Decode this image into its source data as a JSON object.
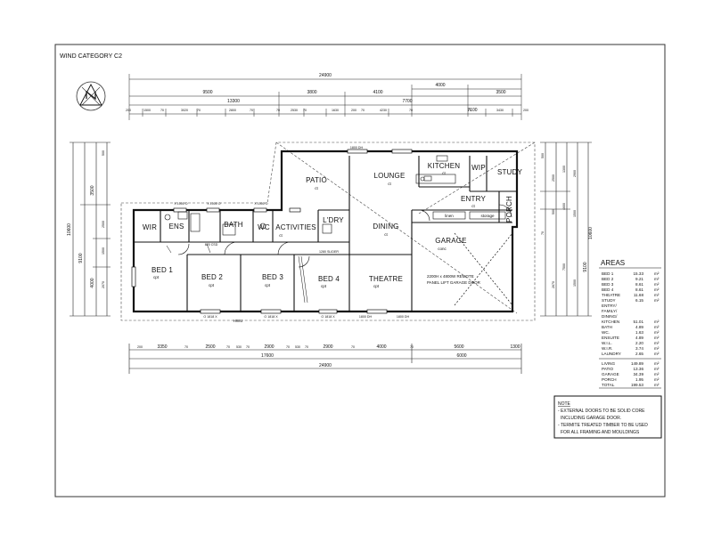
{
  "sheet": {
    "title": "WIND CATEGORY C2"
  },
  "dimensions": {
    "top": {
      "overall": "24900",
      "right_6000": "4000",
      "segments_a": [
        "9500",
        "3800",
        "4100",
        "3500"
      ],
      "segments_b": [
        "13300",
        "7700",
        "7100"
      ],
      "segments_c": [
        "200",
        "1500",
        "70",
        "3020",
        "70",
        "2800",
        "70",
        "70",
        "2530",
        "70",
        "1630",
        "200",
        "70",
        "4230",
        "70",
        "70",
        "3430",
        "200"
      ]
    },
    "bottom": {
      "segments_a": [
        "200",
        "3350",
        "70",
        "2500",
        "70",
        "530",
        "70",
        "2900",
        "70",
        "530",
        "70",
        "2900",
        "70",
        "4000",
        "70",
        "5600",
        "1300"
      ],
      "segments_b": [
        "17600",
        "6000"
      ],
      "overall": "24900"
    },
    "left": [
      "500",
      "3500",
      "10600",
      "2500",
      "1500",
      "9100",
      "4000",
      "2070"
    ],
    "right": [
      "500",
      "2500",
      "1300",
      "2900",
      "500",
      "4600",
      "10600",
      "7500",
      "2670",
      "1500",
      "9100",
      "70",
      "1500"
    ]
  },
  "rooms": {
    "patio": "PATIO",
    "lounge": "LOUNGE",
    "kitchen": "KITCHEN",
    "wip": "WIP",
    "study": "STUDY",
    "entry": "ENTRY",
    "porch": "PORCH",
    "wir": "WIR",
    "ens": "ENS",
    "bath": "BATH",
    "wc": "WC",
    "activities": "ACTIVITIES",
    "ldry": "L'DRY",
    "dining": "DINING",
    "garage": "GARAGE",
    "bed1": "BED 1",
    "bed2": "BED 2",
    "bed3": "BED 3",
    "bed4": "BED 4",
    "theatre": "THEATRE"
  },
  "annotations": {
    "ct": "ct",
    "cpt": "cpt",
    "conc": "conc",
    "garage_door": "2200H x 4800W REMOTE",
    "garage_door2": "PANEL LIFT GARAGE DOOR",
    "linen": "linen",
    "storage": "storage",
    "slider": "1280 SLIDER",
    "hwu": "HWU",
    "window_a": "X 1000 O",
    "window_b": "O 1818 X",
    "window_c": "1800 DH",
    "window_d": "820 CSD"
  },
  "areas": {
    "heading": "AREAS",
    "unit": "m²",
    "rows": [
      {
        "label": "BED 1",
        "value": "15.33"
      },
      {
        "label": "BED 2",
        "value": "9.21"
      },
      {
        "label": "BED 3",
        "value": "8.61"
      },
      {
        "label": "BED 4",
        "value": "8.61"
      },
      {
        "label": "THEATRE",
        "value": "11.68"
      },
      {
        "label": "STUDY",
        "value": "6.15"
      },
      {
        "label": "ENTRY/",
        "value": ""
      },
      {
        "label": "FAMILY/",
        "value": ""
      },
      {
        "label": "DINING/",
        "value": ""
      },
      {
        "label": "KITCHEN",
        "value": "51.01"
      },
      {
        "label": "BATH",
        "value": "4.89"
      },
      {
        "label": "WC.",
        "value": "1.63"
      },
      {
        "label": "ENSUITE",
        "value": "4.89"
      },
      {
        "label": "W.I.L.",
        "value": "2.20"
      },
      {
        "label": "W.I.R.",
        "value": "3.74"
      },
      {
        "label": "LAUNDRY",
        "value": "2.65"
      }
    ],
    "totals": [
      {
        "label": "LIVING",
        "value": "149.89"
      },
      {
        "label": "PATIO",
        "value": "13.36"
      },
      {
        "label": "GARAGE",
        "value": "34.39"
      },
      {
        "label": "PORCH",
        "value": "1.95"
      },
      {
        "label": "TOTAL",
        "value": "199.53"
      }
    ]
  },
  "note": {
    "heading": "NOTE",
    "lines": [
      "- EXTERNAL DOORS TO BE SOLID CORE",
      "INCLUDING GARAGE DOOR.",
      "- TERMITE TREATED TIMBER TO BE USED",
      "FOR ALL FRAMING AND MOULDINGS"
    ]
  }
}
